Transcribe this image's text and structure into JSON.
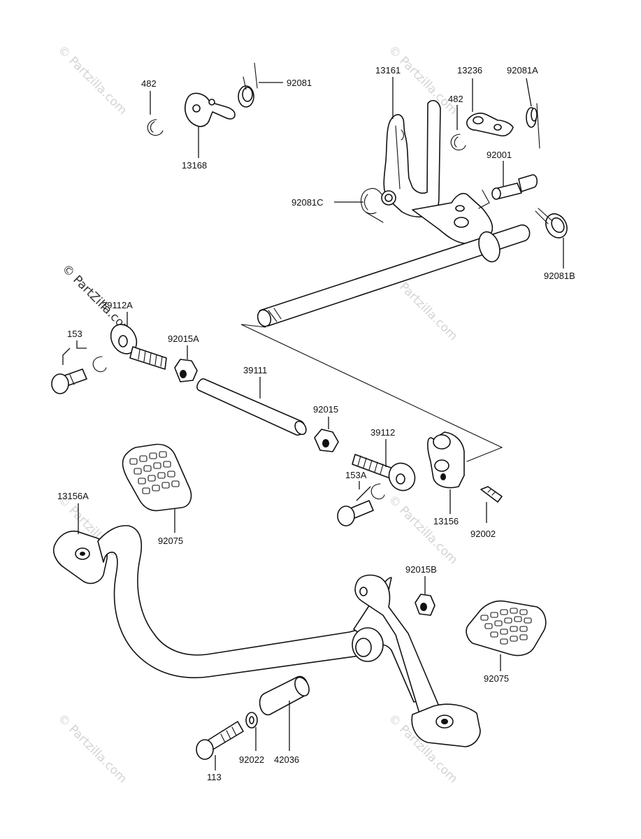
{
  "watermark": {
    "text": "© Partzilla.com",
    "dark_text": "© PartZilla.com"
  },
  "labels": {
    "p482a": "482",
    "p92081": "92081",
    "p13168": "13168",
    "p13161": "13161",
    "p482b": "482",
    "p13236": "13236",
    "p92081A": "92081A",
    "p92001": "92001",
    "p92081C": "92081C",
    "p92081B": "92081B",
    "p39112A": "39112A",
    "p153": "153",
    "p92015A": "92015A",
    "p39111": "39111",
    "p92015": "92015",
    "p39112": "39112",
    "p153A": "153A",
    "p13156": "13156",
    "p92002": "92002",
    "p13156A": "13156A",
    "p92075a": "92075",
    "p92015B": "92015B",
    "p92075b": "92075",
    "p113": "113",
    "p92022": "92022",
    "p42036": "42036"
  }
}
